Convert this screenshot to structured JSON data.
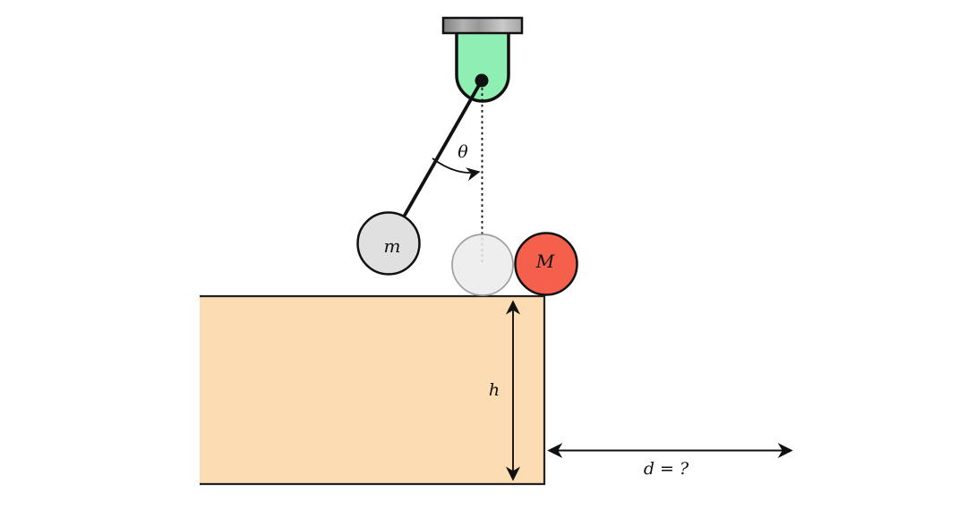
{
  "figure": {
    "name": "pendulum-collision-projectile-diagram",
    "labels": {
      "angle": "θ",
      "pendulum_bob": "m",
      "target_ball": "M",
      "table_height": "h",
      "landing_distance": "d = ?"
    },
    "colors": {
      "background": "#ffffff",
      "mount_tube_green": "#8feeb2",
      "cap_gray_dark": "#7f7f7f",
      "cap_gray_light": "#c9c9c9",
      "bob_gray": "#e0e0e0",
      "ghost_ball_gray": "#ececec",
      "ghost_ball_stroke": "#9e9e9e",
      "target_ball_red": "#f4604c",
      "table_peach": "#fcdcb2",
      "stroke_black": "#111111"
    }
  }
}
